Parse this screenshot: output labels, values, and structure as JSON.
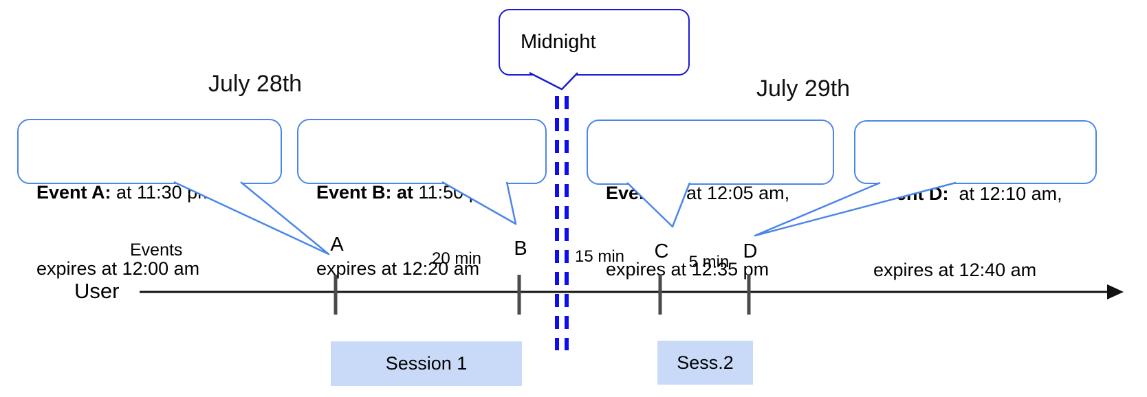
{
  "dates": {
    "left": "July 28th",
    "right": "July 29th"
  },
  "midnight": {
    "label": "Midnight"
  },
  "events": [
    {
      "bold": "Event A:",
      "line1_rest": " at 11:30 pm,",
      "line2": "expires at 12:00 am",
      "tick_label": "A"
    },
    {
      "bold": "Event B: at",
      "line1_rest": " 11:50 pm,",
      "line2": "expires at 12:20 am",
      "tick_label": "B"
    },
    {
      "bold": "Event C:",
      "line1_rest": " at 12:05 am,",
      "line2": "expires at 12:35 pm",
      "tick_label": "C"
    },
    {
      "bold": "Event D:",
      "line1_rest": "  at 12:10 am,",
      "line2": "expires at 12:40 am",
      "tick_label": "D"
    }
  ],
  "axis": {
    "events_label": "Events",
    "user_label": "User"
  },
  "intervals": [
    {
      "label": "20 min"
    },
    {
      "label": "15 min"
    },
    {
      "label": "5 min"
    }
  ],
  "sessions": [
    {
      "label": "Session 1"
    },
    {
      "label": "Sess.2"
    }
  ],
  "colors": {
    "callout_border": "#4a86e8",
    "midnight_border": "#1a1ad6",
    "midnight_dash": "#0d0dee",
    "session_fill": "#c9daf8",
    "tick": "#4a4a4a",
    "timeline": "#111111"
  }
}
